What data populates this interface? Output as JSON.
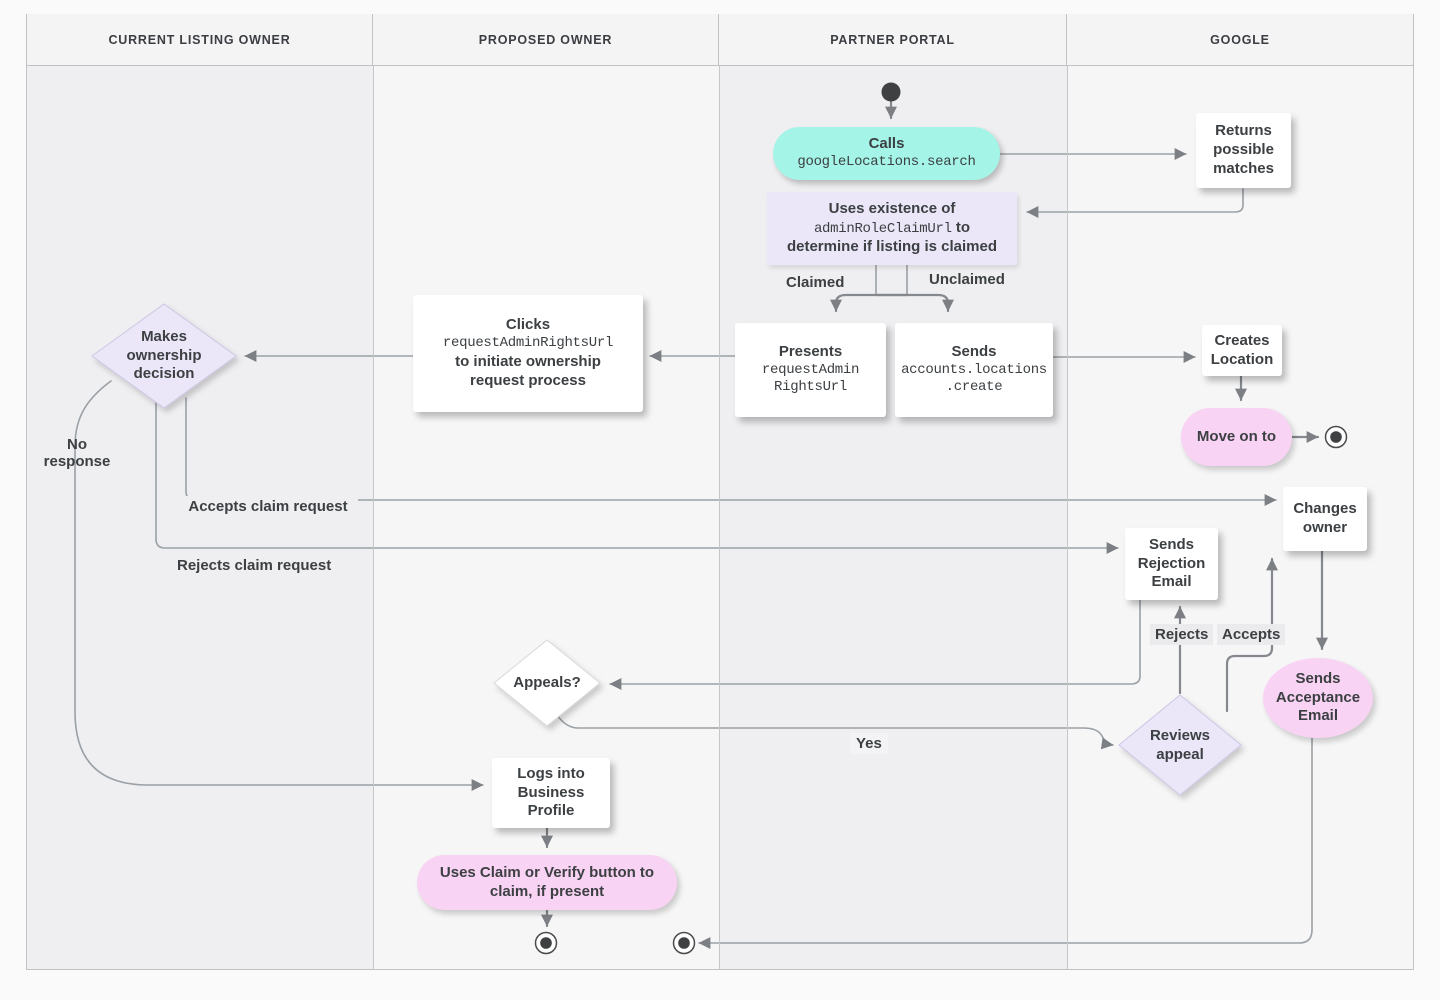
{
  "lanes": [
    {
      "title": "CURRENT LISTING OWNER"
    },
    {
      "title": "PROPOSED OWNER"
    },
    {
      "title": "PARTNER PORTAL"
    },
    {
      "title": "GOOGLE"
    }
  ],
  "nodes": {
    "calls": {
      "title": "Calls",
      "code": "googleLocations.search"
    },
    "returns_matches": {
      "text": "Returns possible matches"
    },
    "note": {
      "line1": "Uses existence of",
      "code": "adminRoleClaimUrl",
      "line2_suffix": "to",
      "line3": "determine if listing is claimed"
    },
    "presents": {
      "title": "Presents",
      "code1": "requestAdmin",
      "code2": "RightsUrl"
    },
    "sends_create": {
      "title": "Sends",
      "code1": "accounts.locations",
      "code2": ".create"
    },
    "clicks": {
      "title": "Clicks",
      "code": "requestAdminRightsUrl",
      "line2": "to initiate ownership",
      "line3": "request process"
    },
    "decision": {
      "text": "Makes ownership decision"
    },
    "creates_location": {
      "text": "Creates Location"
    },
    "move_on": {
      "text": "Move on to"
    },
    "changes_owner": {
      "text": "Changes owner"
    },
    "rejection_email": {
      "text": "Sends Rejection Email"
    },
    "acceptance_email": {
      "text": "Sends Acceptance Email"
    },
    "appeals": {
      "text": "Appeals?"
    },
    "reviews_appeal": {
      "text": "Reviews appeal"
    },
    "logs_in": {
      "text": "Logs into Business Profile"
    },
    "claim_verify": {
      "text": "Uses Claim or Verify button to claim, if present"
    }
  },
  "labels": {
    "claimed": "Claimed",
    "unclaimed": "Unclaimed",
    "accepts_claim": "Accepts claim request",
    "rejects_claim": "Rejects claim request",
    "no_response": "No response",
    "yes": "Yes",
    "rejects": "Rejects",
    "accepts": "Accepts"
  },
  "colors": {
    "teal": "#A5F4E8",
    "lavender": "#ECE7F8",
    "pink": "#F9D3F3",
    "node_bg": "#FFFFFF",
    "lane_dark": "#EFEFF1",
    "lane_light": "#F6F6F7",
    "line": "#9AA0A6",
    "arrow": "#7C8085",
    "text": "#3C4043"
  }
}
